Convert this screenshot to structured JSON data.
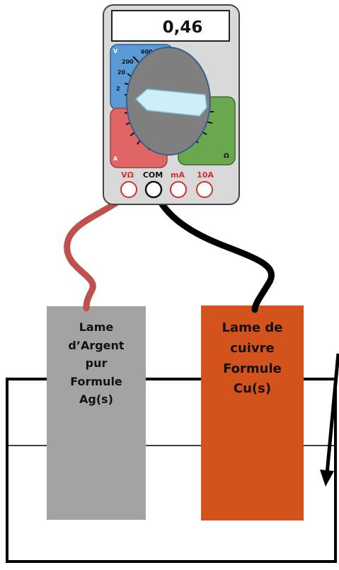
{
  "multimeter": {
    "display_value": "0,46",
    "scale_labels": [
      "600",
      "200",
      "20",
      "2"
    ],
    "zone_labels": {
      "voltage": "V",
      "current": "A",
      "resistance": "Ω"
    },
    "sockets": [
      "VΩ",
      "COM",
      "mA",
      "10A"
    ]
  },
  "electrodes": {
    "silver": {
      "lines": [
        "Lame",
        "d’Argent",
        "pur",
        "Formule",
        "Ag(s)"
      ],
      "color": "#a3a3a3"
    },
    "copper": {
      "lines": [
        "Lame de",
        "cuivre",
        "Formule",
        "Cu(s)"
      ],
      "color": "#d4521c"
    }
  },
  "wires": {
    "red_color": "#c0504d",
    "black_color": "#000000"
  },
  "colors": {
    "voltage_zone": "#5b9bd5",
    "current_zone": "#e06666",
    "resistance_zone": "#6aa84f",
    "dial": "#7f7f7f",
    "pointer": "#cfeff8",
    "meter_body": "#d9d9d9"
  }
}
